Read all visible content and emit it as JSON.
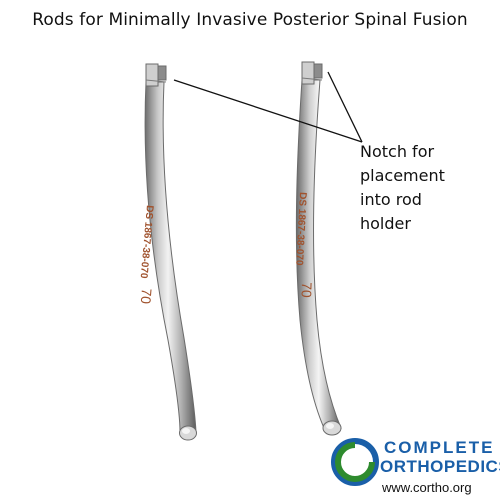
{
  "title": "Rods for Minimally Invasive Posterior Spinal Fusion",
  "callout": {
    "lines": [
      "Notch for",
      "placement",
      "into rod",
      "holder"
    ]
  },
  "rods": [
    {
      "engraving_main": "DS  1867-38-070",
      "engraving_size": "70"
    },
    {
      "engraving_main": "DS  1867-38-070",
      "engraving_size": "70"
    }
  ],
  "logo": {
    "word1": "COMPLETE",
    "word2": "ORTHOPEDICS",
    "url": "www.cortho.org",
    "colors": {
      "blue": "#1a5fa8",
      "green": "#2e8b2e"
    }
  },
  "icons": [
    "rod-image",
    "notch-pointer-line",
    "logo-ring-icon"
  ]
}
